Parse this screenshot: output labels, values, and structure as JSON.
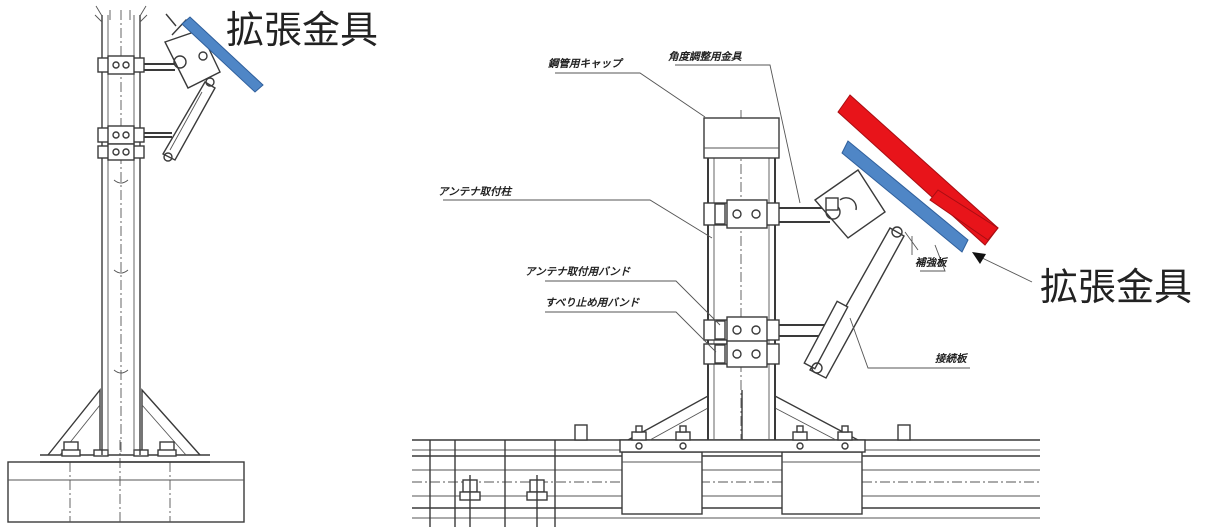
{
  "left_figure": {
    "callout": "拡張金具"
  },
  "right_figure": {
    "labels": {
      "pipe_cap": "鋼管用キャップ",
      "angle_fitting": "角度調整用金具",
      "antenna_pole": "アンテナ取付柱",
      "antenna_band": "アンテナ取付用バンド",
      "slip_stop_band": "すべり止め用バンド",
      "reinforcing_plate": "補強板",
      "connecting_plate": "接続板"
    },
    "callout": "拡張金具"
  },
  "colors": {
    "expansion_bracket_blue": "#4f86c6",
    "red_panel": "#e8141a",
    "line": "#3a3a3a"
  }
}
